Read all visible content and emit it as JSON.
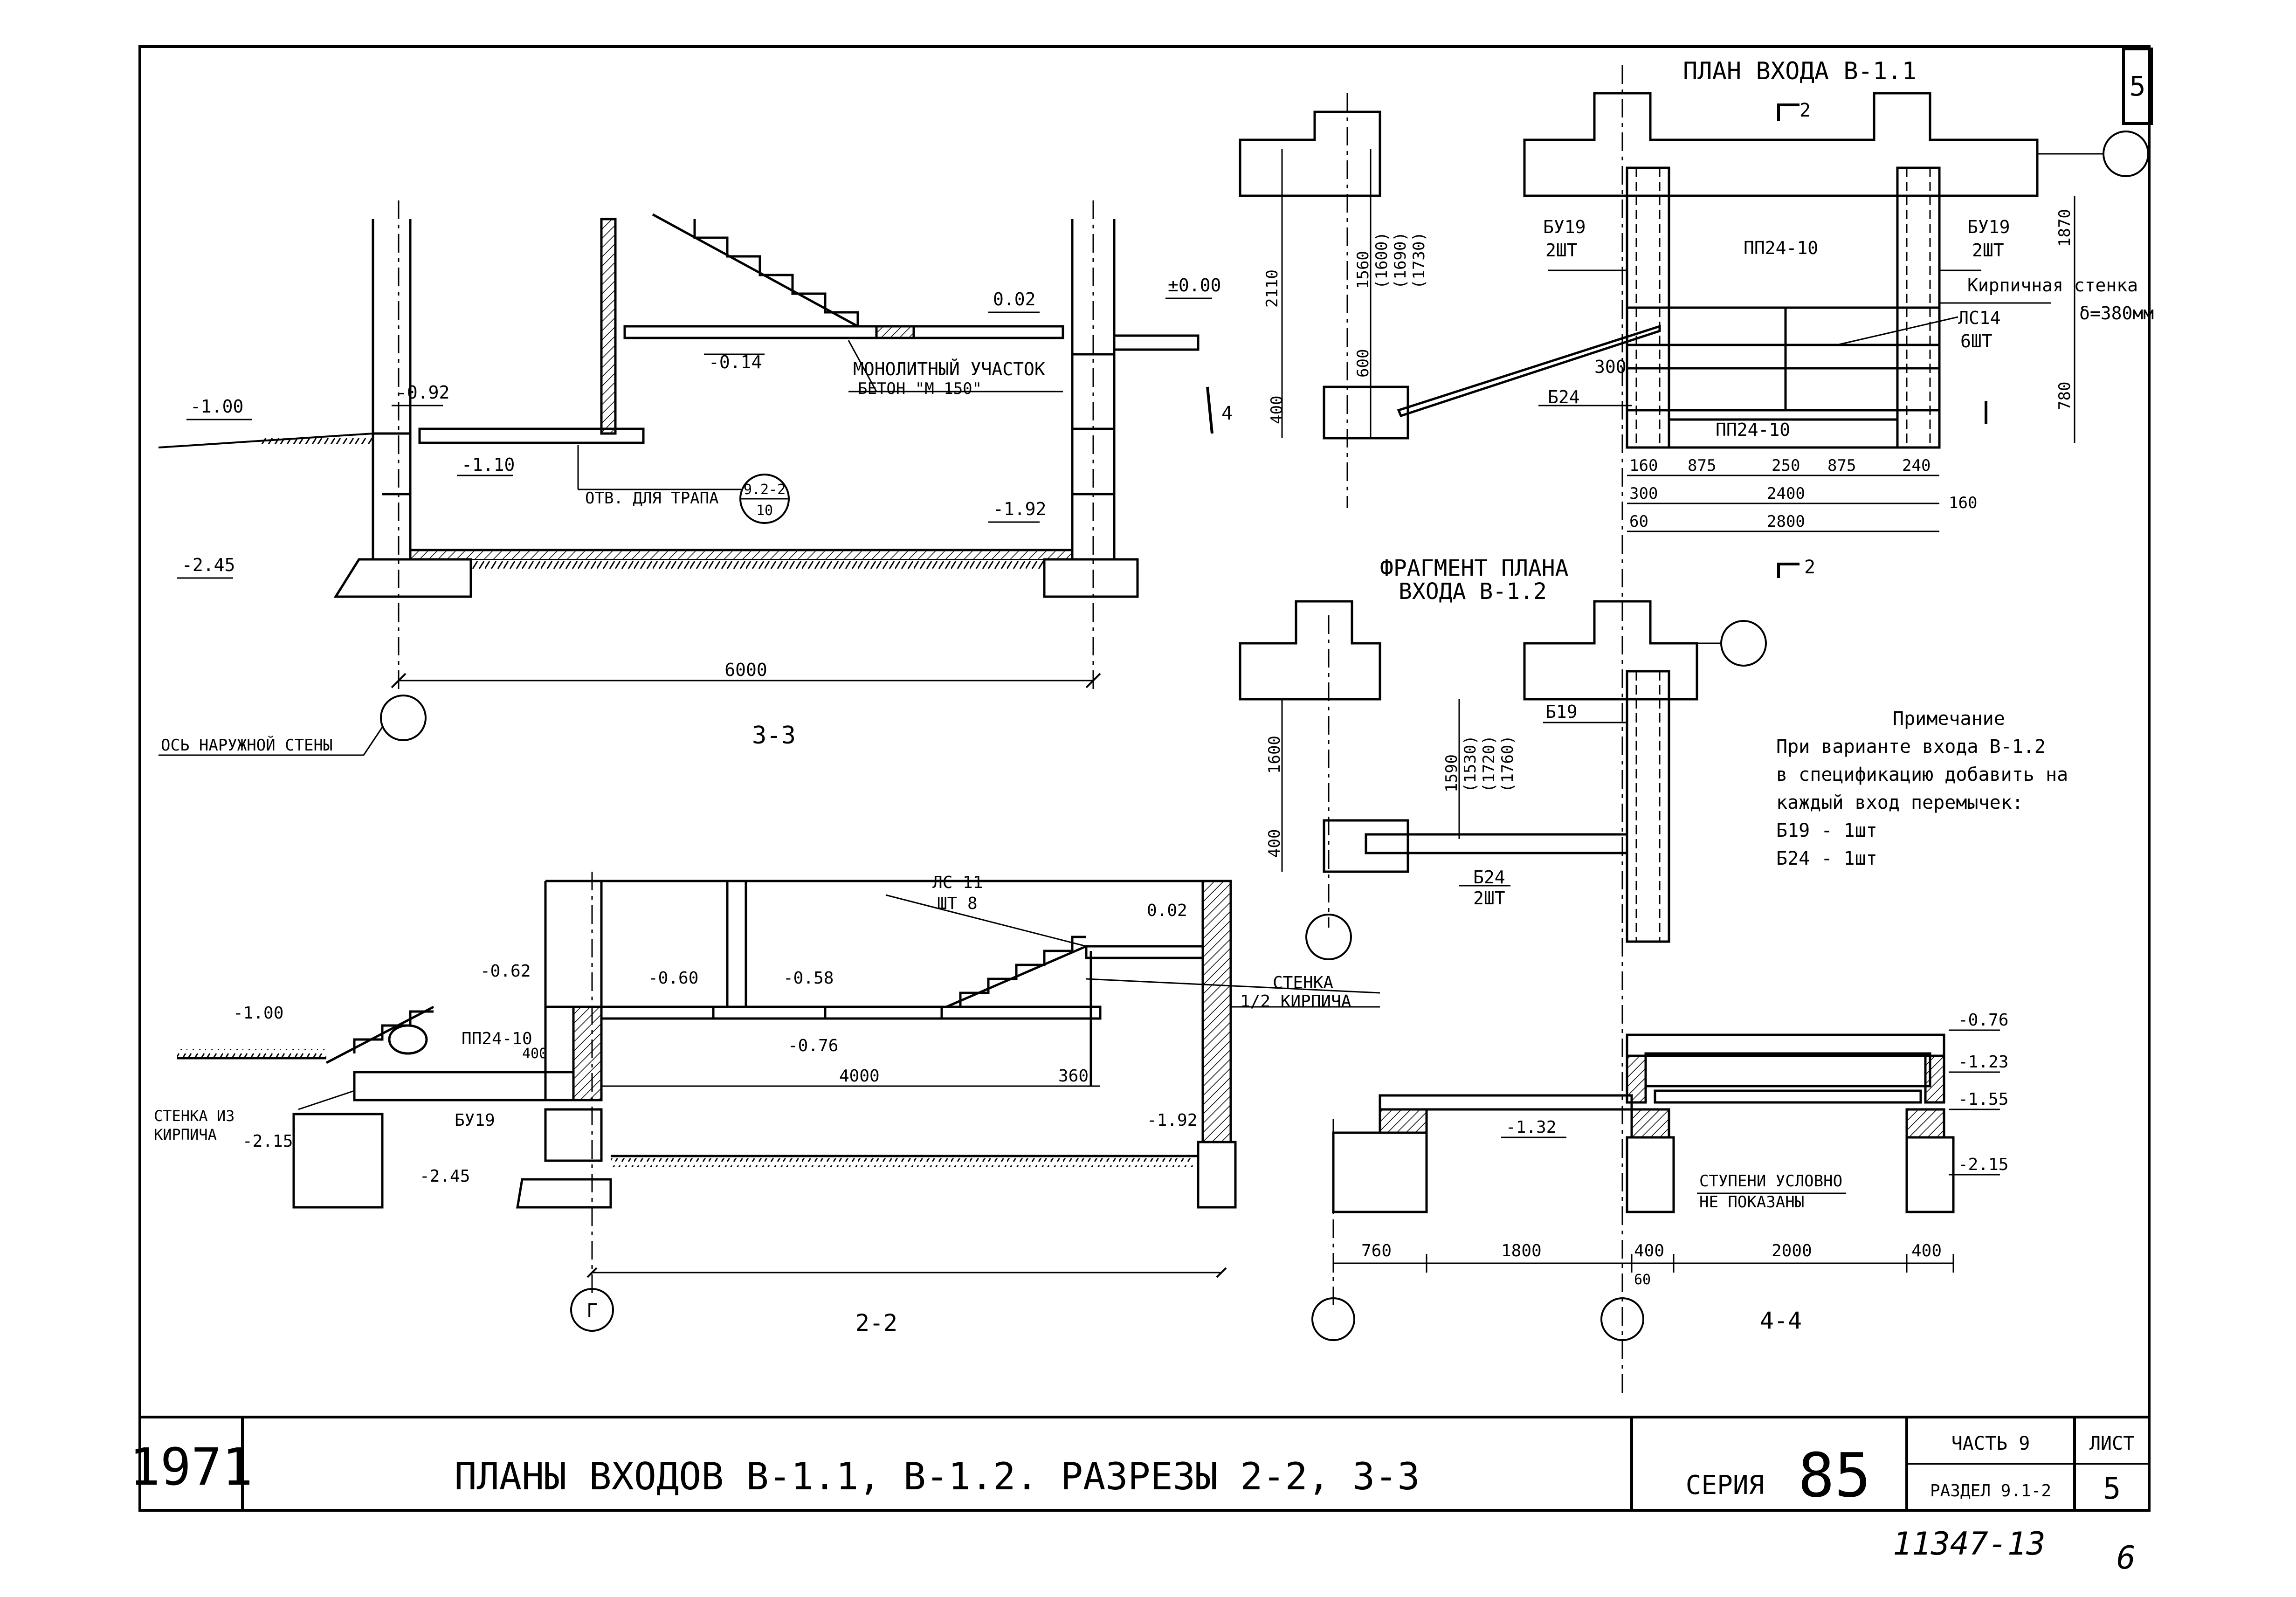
{
  "sheet_number": "5",
  "views": {
    "plan_b11": {
      "title": "ПЛАН ВХОДА В-1.1",
      "cut_label": "2",
      "labels": {
        "by19_left": "БУ19",
        "by19_left_qty": "2ШТ",
        "pp2410_top": "ПП24-10",
        "by19_right": "БУ19",
        "by19_right_qty": "2ШТ",
        "brick_wall": "Кирпичная стенка",
        "brick_thk": "δ=380мм",
        "lc14": "ЛС14",
        "lc14_qty": "6ШТ",
        "b24": "Б24",
        "pp2410_bottom": "ПП24-10",
        "section_mark": "4"
      },
      "dims": {
        "h2110": "2110",
        "h1560": "1560",
        "h1600": "(1600)",
        "h1690": "(1690)",
        "h1730": "(1730)",
        "h600": "600",
        "h400": "400",
        "h300": "300",
        "h1870": "1870",
        "h780": "780",
        "d160a": "160",
        "d875a": "875",
        "d250": "250",
        "d875b": "875",
        "d240": "240",
        "d300": "300",
        "d2400": "2400",
        "d160b": "160",
        "d60": "60",
        "d2800": "2800"
      }
    },
    "fragment_b12": {
      "title_line1": "ФРАГМЕНТ ПЛАНА",
      "title_line2": "ВХОДА В-1.2",
      "labels": {
        "b19": "Б19",
        "b24": "Б24",
        "b24_qty": "2ШТ"
      },
      "dims": {
        "h1600": "1600",
        "h1590": "1590",
        "h1530": "(1530)",
        "h1720": "(1720)",
        "h1760": "(1760)",
        "h400": "400"
      }
    },
    "note": {
      "title": "Примечание",
      "lines": [
        "При варианте входа В-1.2",
        "в спецификацию добавить на",
        "каждый вход перемычек:",
        "Б19 - 1шт",
        "Б24 - 1шт"
      ]
    },
    "section_33": {
      "title": "3-3",
      "labels": {
        "monolith": "МОНОЛИТНЫЙ УЧАСТОК",
        "concrete": "БЕТОН \"М 150\"",
        "hatch_opening": "ОТВ. ДЛЯ ТРАПА",
        "ref_top": "9.2-2",
        "ref_bottom": "10",
        "outer_axis": "ОСЬ НАРУЖНОЙ СТЕНЫ"
      },
      "levels": {
        "m100": "-1.00",
        "m092": "-0.92",
        "m110": "-1.10",
        "m245": "-2.45",
        "m014": "-0.14",
        "p002": "0.02",
        "pm000": "±0.00",
        "m192": "-1.92"
      },
      "dims": {
        "d6000": "6000"
      }
    },
    "section_22": {
      "title": "2-2",
      "axis": "Г",
      "labels": {
        "lc11": "ЛС 11",
        "lc11_qty": "ШТ 8",
        "wall_half": "СТЕНКА",
        "wall_half2": "1/2 КИРПИЧА",
        "pp2410": "ПП24-10",
        "by19": "БУ19",
        "brick_wall1": "СТЕНКА ИЗ",
        "brick_wall2": "КИРПИЧА"
      },
      "levels": {
        "m100": "-1.00",
        "m062": "-0.62",
        "m060": "-0.60",
        "m058": "-0.58",
        "m076": "-0.76",
        "p002": "0.02",
        "m215": "-2.15",
        "m245": "-2.45",
        "m192": "-1.92"
      },
      "dims": {
        "d4000": "4000",
        "d360": "360",
        "d400": "400"
      }
    },
    "section_44": {
      "title": "4-4",
      "labels": {
        "steps1": "СТУПЕНИ УСЛОВНО",
        "steps2": "НЕ ПОКАЗАНЫ"
      },
      "levels": {
        "m076": "-0.76",
        "m123": "-1.23",
        "m155": "-1.55",
        "m215": "-2.15",
        "m132": "-1.32"
      },
      "dims": {
        "d760": "760",
        "d1800": "1800",
        "d400a": "400",
        "d2000": "2000",
        "d400b": "400",
        "d60": "60"
      }
    }
  },
  "title_block": {
    "year": "1971",
    "title": "ПЛАНЫ ВХОДОВ В-1.1, В-1.2. РАЗРЕЗЫ 2-2, 3-3",
    "series_label": "СЕРИЯ",
    "series_value": "85",
    "part_label": "ЧАСТЬ 9",
    "section_label": "РАЗДЕЛ 9.1-2",
    "sheet_label": "ЛИСТ",
    "sheet_value": "5",
    "archive_number": "11347-13",
    "archive_page": "6"
  }
}
